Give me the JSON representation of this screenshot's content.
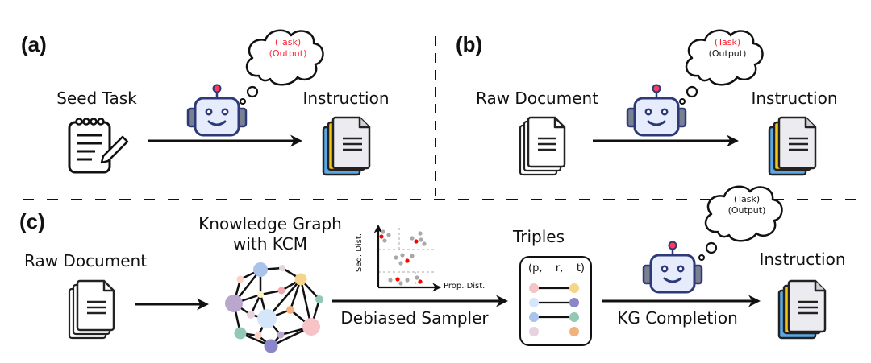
{
  "panels": {
    "a": {
      "label": "(a)",
      "source": "Seed Task",
      "target": "Instruction",
      "thought": {
        "line1": "(Task)",
        "line2": "(Output)",
        "line1_color": "#ff1f2f",
        "line2_color": "#ff1f2f"
      }
    },
    "b": {
      "label": "(b)",
      "source": "Raw Document",
      "target": "Instruction",
      "thought": {
        "line1": "(Task)",
        "line2": "(Output)",
        "line1_color": "#ff1f2f",
        "line2_color": "#111111"
      }
    },
    "c": {
      "label": "(c)",
      "source": "Raw Document",
      "kg_title_line1": "Knowledge Graph",
      "kg_title_line2": "with KCM",
      "sampler_label": "Debiased Sampler",
      "scatter": {
        "ylabel": "Seq. Dist.",
        "xlabel": "Prop. Dist."
      },
      "triples_title": "Triples",
      "triples_header": {
        "p": "(p,",
        "r": "r,",
        "t": "t)"
      },
      "completion_label": "KG Completion",
      "target": "Instruction",
      "thought": {
        "line1": "(Task)",
        "line2": "(Output)",
        "line1_color": "#111111",
        "line2_color": "#111111"
      }
    }
  },
  "colors": {
    "robot_body": "#e6ecfb",
    "robot_outline": "#2c3a7a",
    "robot_antenna": "#ff3b5c",
    "doc_blue": "#5aa9e6",
    "doc_yellow": "#f5c518",
    "doc_paper": "#ececf0",
    "sample_red": "#ff0000",
    "sample_gray": "#a8a8a8"
  },
  "triples": [
    {
      "p_color": "#f6c3c6",
      "t_color": "#f5d58a",
      "linked": true
    },
    {
      "p_color": "#d5e6fb",
      "t_color": "#8a86c9",
      "linked": true
    },
    {
      "p_color": "#a9c3ea",
      "t_color": "#92c9b4",
      "linked": true
    },
    {
      "p_color": "#e6d3df",
      "t_color": "#f3b17e",
      "linked": false
    }
  ]
}
